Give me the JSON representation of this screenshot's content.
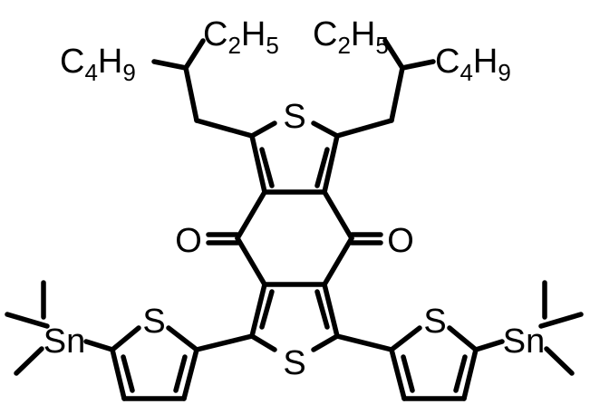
{
  "molecule": {
    "sulfur_label": "S",
    "oxygen_label": "O",
    "tin_label": "Sn",
    "hydrogen_label": "H",
    "carbon_label": "C",
    "ethyl_c_subscript": "2",
    "ethyl_h_subscript": "5",
    "butyl_c_subscript": "4",
    "butyl_h_subscript": "9"
  }
}
